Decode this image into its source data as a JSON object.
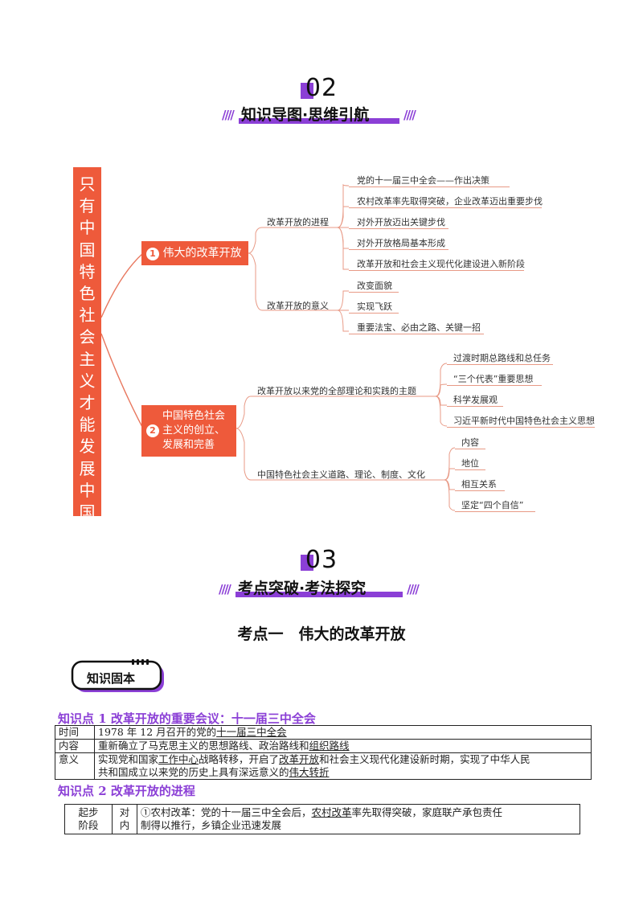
{
  "section2": {
    "number": "02",
    "title": "知识导图·思维引航"
  },
  "section3": {
    "number": "03",
    "title": "考点突破·考法探究"
  },
  "mindmap": {
    "root_chars": [
      "只",
      "有",
      "中",
      "国",
      "特",
      "色",
      "社",
      "会",
      "主",
      "义",
      "才",
      "能",
      "发",
      "展",
      "中",
      "国"
    ],
    "branch1": {
      "num": "1",
      "label": "伟大的改革开放",
      "sub1": {
        "label": "改革开放的进程",
        "items": [
          "党的十一届三中全会——作出决策",
          "农村改革率先取得突破，企业改革迈出重要步伐",
          "对外开放迈出关键步伐",
          "对外开放格局基本形成",
          "改革开放和社会主义现代化建设进入新阶段"
        ]
      },
      "sub2": {
        "label": "改革开放的意义",
        "items": [
          "改变面貌",
          "实现飞跃",
          "重要法宝、必由之路、关键一招"
        ]
      }
    },
    "branch2": {
      "num": "2",
      "label_lines": [
        "中国特色社会",
        "主义的创立、",
        "发展和完善"
      ],
      "sub1": {
        "label": "改革开放以来党的全部理论和实践的主题",
        "items": [
          "过渡时期总路线和总任务",
          "“三个代表”重要思想",
          "科学发展观",
          "习近平新时代中国特色社会主义思想"
        ]
      },
      "sub2": {
        "label": "中国特色社会主义道路、理论、制度、文化",
        "items": [
          "内容",
          "地位",
          "相互关系",
          "坚定“四个自信”"
        ]
      }
    }
  },
  "exam_point": {
    "title": "考点一　伟大的改革开放"
  },
  "badge": {
    "label": "知识固本"
  },
  "kp1": {
    "heading": "知识点 1  改革开放的重要会议：十一届三中全会",
    "rows": [
      {
        "head": "时间",
        "pre": "1978 年 12 月召开的党的",
        "u1": "十一届三中全会",
        "mid": "",
        "u2": "",
        "post": ""
      },
      {
        "head": "内容",
        "pre": "重新确立了马克思主义的思想路线、政治路线和",
        "u1": "组织路线",
        "mid": "",
        "u2": "",
        "post": ""
      },
      {
        "head": "意义",
        "pre": "实现党和国家",
        "u1": "工作中心",
        "mid": "战略转移，开启了",
        "u2": "改革开放",
        "post": "和社会主义现代化建设新时期，实现了中华人民",
        "line2_pre": "共和国成立以来党的历史上具有深远意义的",
        "line2_u": "伟大转折"
      }
    ]
  },
  "kp2": {
    "heading": "知识点 2  改革开放的进程",
    "row": {
      "stage": [
        "起步",
        "阶段"
      ],
      "aspect": [
        "对",
        "内"
      ],
      "line1_pre": "①农村改革：党的十一届三中全会后，",
      "line1_u": "农村改革",
      "line1_post": "率先取得突破，家庭联产承包责任",
      "line2": "制得以推行，乡镇企业迅速发展"
    }
  }
}
